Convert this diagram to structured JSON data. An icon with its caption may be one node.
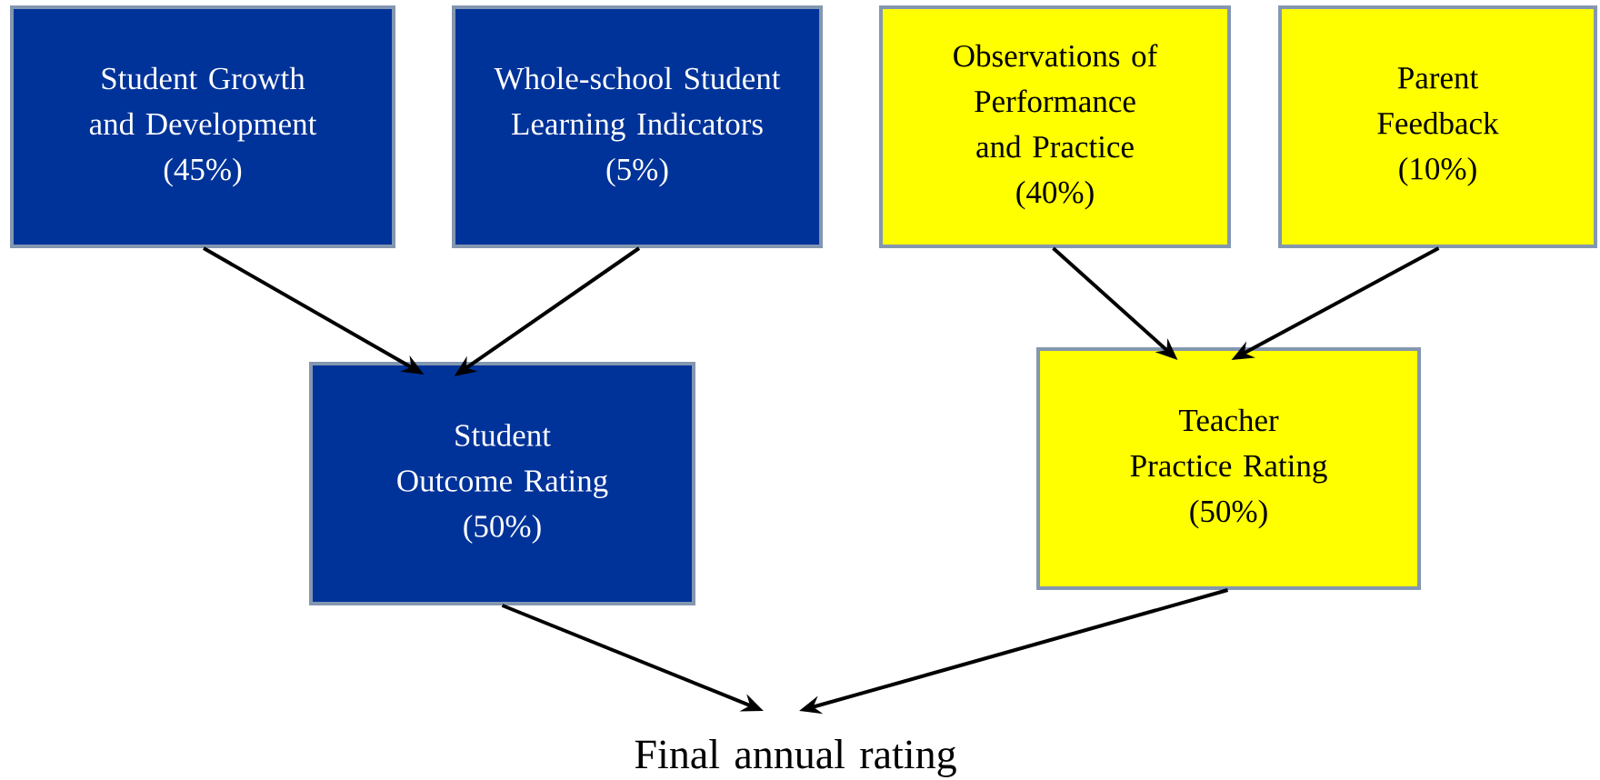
{
  "diagram": {
    "nodes": [
      {
        "text": [
          "Student Growth and Development",
          "(45%)"
        ]
      },
      {
        "text": [
          "Whole-school Student Learning Indicators",
          "(5%)"
        ]
      },
      {
        "text": [
          "Observations of Performance and Practice",
          "(40%)"
        ]
      },
      {
        "text": [
          "Parent Feedback",
          "(10%)"
        ]
      },
      {
        "text": [
          "Student Outcome Rating",
          "(50%)"
        ]
      },
      {
        "text": [
          "Teacher Practice Rating",
          "(50%)"
        ]
      },
      {
        "text": [
          "Final annual rating"
        ]
      }
    ],
    "edges": [
      {
        "from": 0,
        "to": 4,
        "arrow": "to"
      },
      {
        "from": 1,
        "to": 4,
        "arrow": "to"
      },
      {
        "from": 2,
        "to": 5,
        "arrow": "to"
      },
      {
        "from": 3,
        "to": 5,
        "arrow": "to"
      },
      {
        "from": 4,
        "to": 6,
        "arrow": "to"
      },
      {
        "from": 5,
        "to": 6,
        "arrow": "to"
      }
    ]
  }
}
